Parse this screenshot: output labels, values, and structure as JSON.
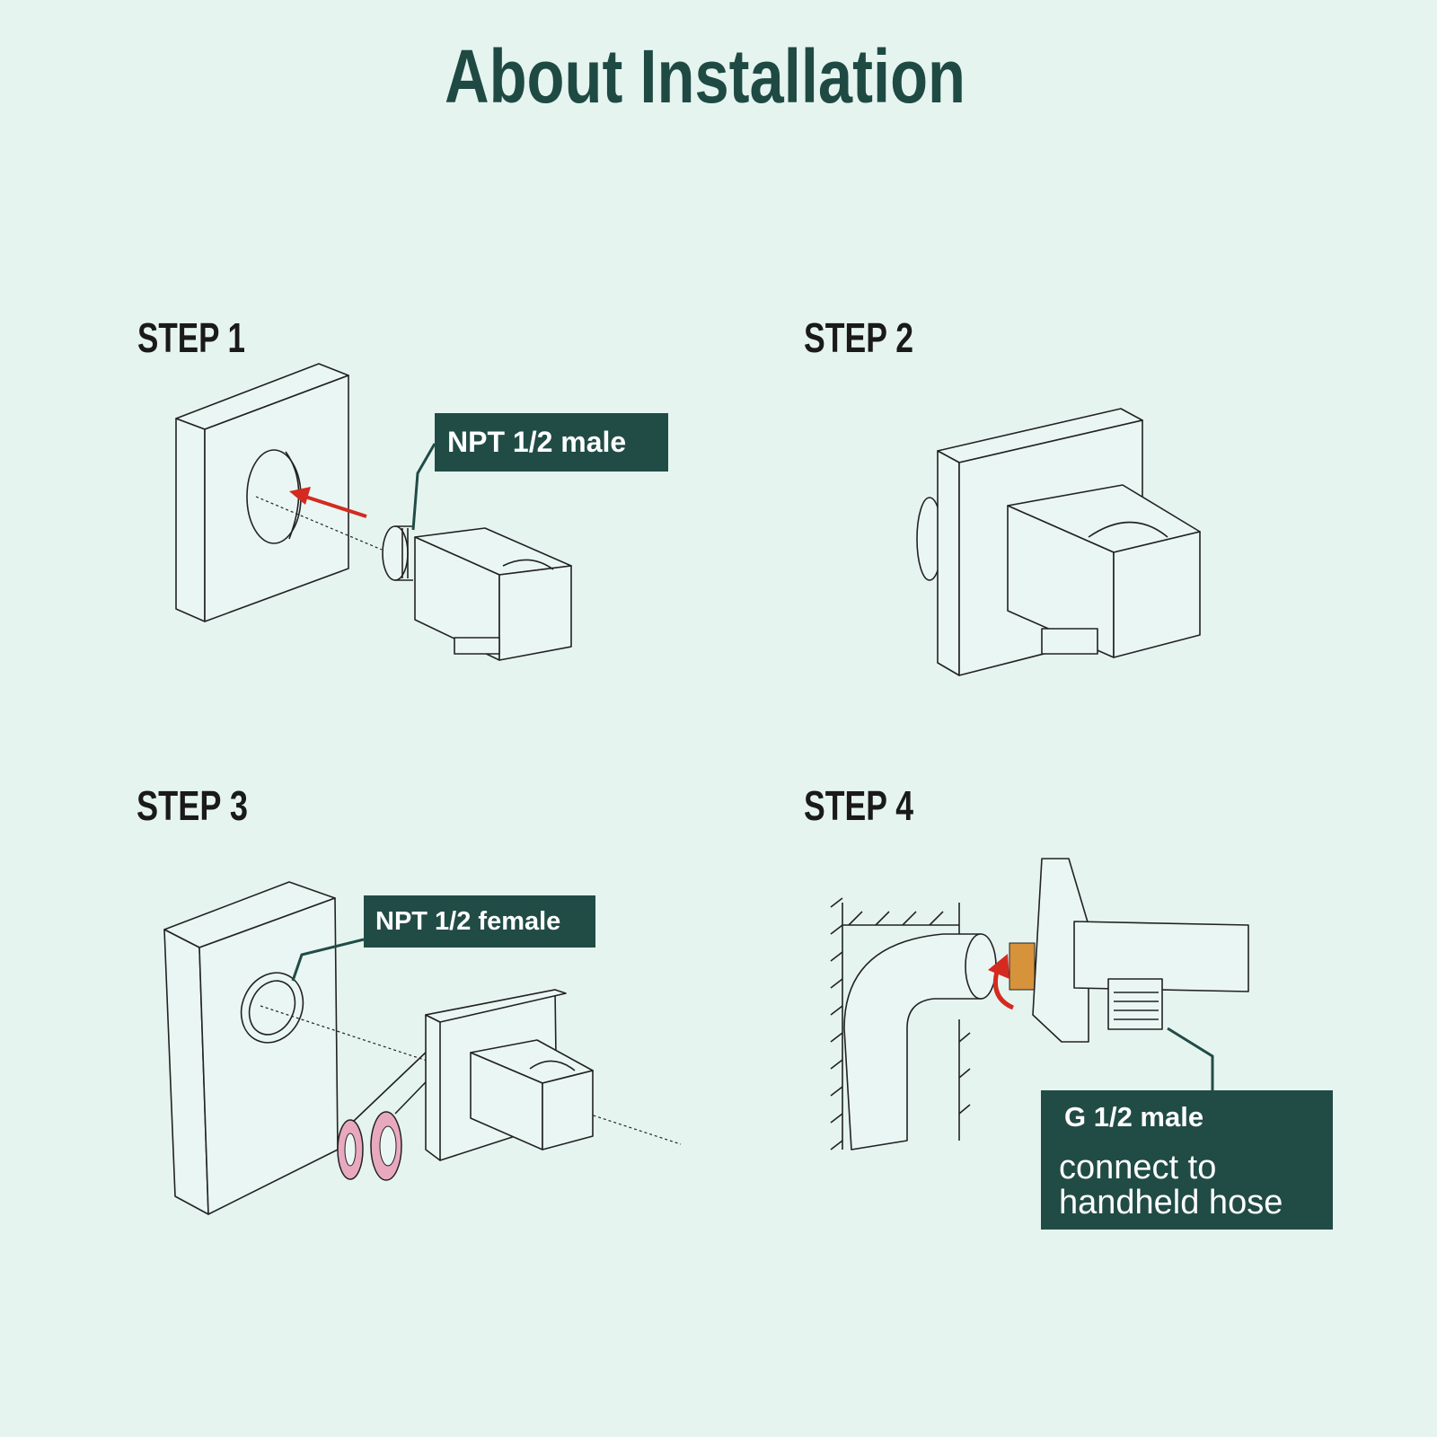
{
  "title": "About Installation",
  "colors": {
    "background": "#e6f4f0",
    "title": "#1f4a44",
    "label_box": "#214c46",
    "arrow": "#d42a20",
    "washer": "#e8a9bf",
    "thread": "#d7923c"
  },
  "steps": [
    {
      "heading": "STEP 1",
      "labels": [
        "NPT 1/2 male"
      ]
    },
    {
      "heading": "STEP 2",
      "labels": []
    },
    {
      "heading": "STEP 3",
      "labels": [
        "NPT 1/2 female"
      ]
    },
    {
      "heading": "STEP 4",
      "labels": [
        "G 1/2 male",
        "connect to",
        "handheld hose"
      ]
    }
  ]
}
